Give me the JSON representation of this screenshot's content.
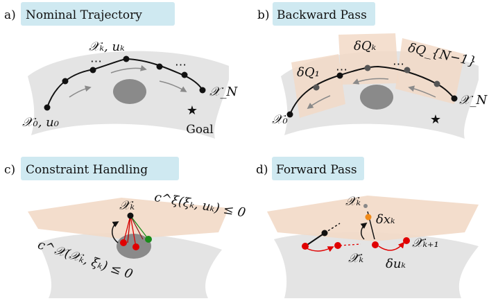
{
  "panels": {
    "a": {
      "prefix": "a)",
      "title": "Nominal Trajectory",
      "start_label": "𝒳₀, u₀",
      "mid_label": "𝒳ₖ, uₖ",
      "end_label": "𝒳_N",
      "goal_label": "Goal",
      "ellipsis_1": "⋯",
      "ellipsis_2": "⋯"
    },
    "b": {
      "prefix": "b)",
      "title": "Backward Pass",
      "start_label": "𝒳₀",
      "end_label": "𝒳_N",
      "q1_label": "δQ₁",
      "qk_label": "δQₖ",
      "qn_label": "δQ_{N−1}",
      "ellipsis_1": "⋯",
      "ellipsis_2": "⋯"
    },
    "c": {
      "prefix": "c)",
      "title": "Constraint Handling",
      "xk_label": "𝒳ₖ",
      "constraint_xi": "c^ξ(ξₖ, uₖ) ≤ 0",
      "constraint_x": "c^𝒳(𝒳ₖ, ξₖ) ≤ 0"
    },
    "d": {
      "prefix": "d)",
      "title": "Forward Pass",
      "xk_label": "𝒳ₖ",
      "dx_label": "δxₖ",
      "xbar_k_label": "𝒳̄ₖ",
      "du_label": "δuₖ",
      "xbar_k1_label": "𝒳̄ₖ₊₁"
    }
  },
  "colors": {
    "title_box": "#cfe9f1",
    "surface": "#e4e4e4",
    "obstacle": "#8a8a8a",
    "tangent_plane": "#f2d9c7",
    "goal_star": "#e00000",
    "red_point": "#e00000",
    "green_point": "#1a8c1a",
    "orange_point": "#f08a1a"
  }
}
